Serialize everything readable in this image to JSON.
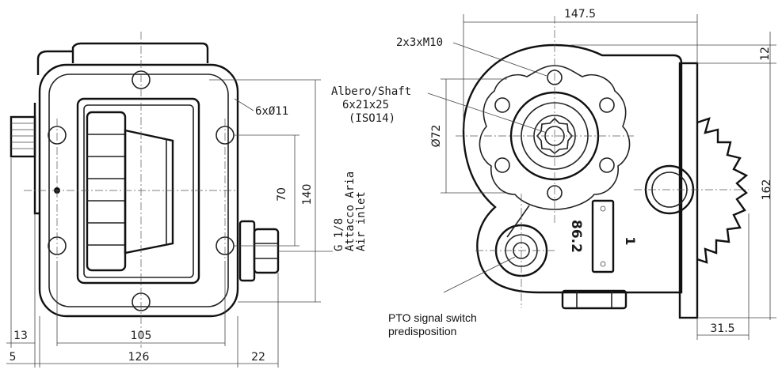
{
  "left_view": {
    "dims": {
      "d_13": "13",
      "d_5": "5",
      "d_105": "105",
      "d_126": "126",
      "d_22": "22",
      "d_70": "70",
      "d_140": "140"
    },
    "callouts": {
      "holes": "6xØ11",
      "air_inlet_1": "G 1/8",
      "air_inlet_2": "Attacco Aria",
      "air_inlet_3": "Air inlet"
    }
  },
  "right_view": {
    "dims": {
      "d_147_5": "147.5",
      "d_12": "12",
      "d_162": "162",
      "d_31_5": "31.5",
      "d_72": "Ø72"
    },
    "callouts": {
      "threads": "2x3xM10",
      "shaft_1": "Albero/Shaft",
      "shaft_2": "6x21x25",
      "shaft_3": "(ISO14)",
      "switch_1": "PTO signal switch",
      "switch_2": "predisposition",
      "plate_ratio": "86.2",
      "plate_num": "1"
    }
  }
}
